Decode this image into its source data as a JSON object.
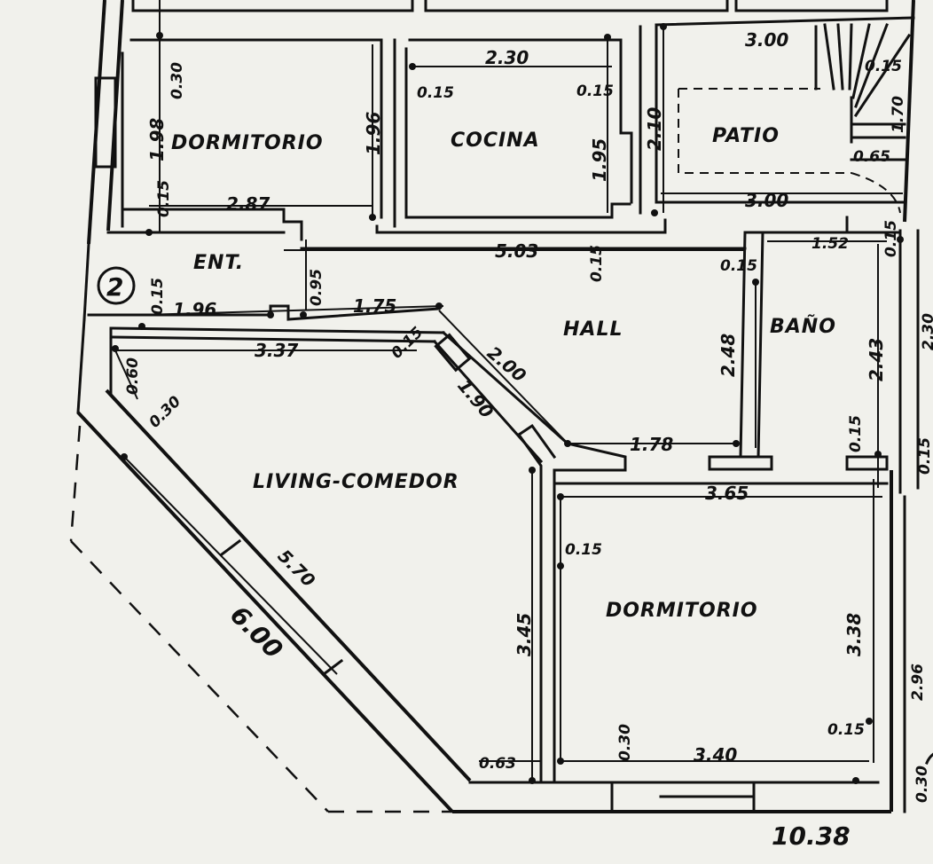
{
  "rooms": {
    "dormitorio_top": "DORMITORIO",
    "cocina": "COCINA",
    "patio": "PATIO",
    "ent": "ENT.",
    "hall": "HALL",
    "bano": "BAÑO",
    "living_comedor": "LIVING-COMEDOR",
    "dormitorio_bottom": "DORMITORIO"
  },
  "marker": "2",
  "dimensions": {
    "d030_top": "0.30",
    "d198": "1.98",
    "d196": "1.96",
    "d015_a": "0.15",
    "d287": "2.87",
    "d230": "2.30",
    "d015_b": "0.15",
    "d015_c": "0.15",
    "d195": "1.95",
    "d210": "2.10",
    "d300_top": "3.00",
    "d015_d": "0.15",
    "d170": "1.70",
    "d065": "0.65",
    "d300_mid": "3.00",
    "d095": "0.95",
    "d503": "5.03",
    "d015_e": "0.15",
    "d015_f": "0.15",
    "d152": "1.52",
    "d015_g": "0.15",
    "d015_h": "0.15",
    "d196_lower": "1.96",
    "d175": "1.75",
    "d337": "3.37",
    "d060": "0.60",
    "d015_i": "0.15",
    "d200": "2.00",
    "d190": "1.90",
    "d030_mid": "0.30",
    "d248": "2.48",
    "d243": "2.43",
    "d178": "1.78",
    "d015_j": "0.15",
    "d365": "3.65",
    "d015_k": "0.15",
    "d570": "5.70",
    "d600": "6.00",
    "d345": "3.45",
    "d338": "3.38",
    "d030_bot": "0.30",
    "d015_l": "0.15",
    "d340": "3.40",
    "d063": "0.63",
    "d1038": "10.38",
    "d296": "2.96",
    "d030_right": "0.30",
    "d230_right": "2.30",
    "d015_right": "0.15"
  }
}
